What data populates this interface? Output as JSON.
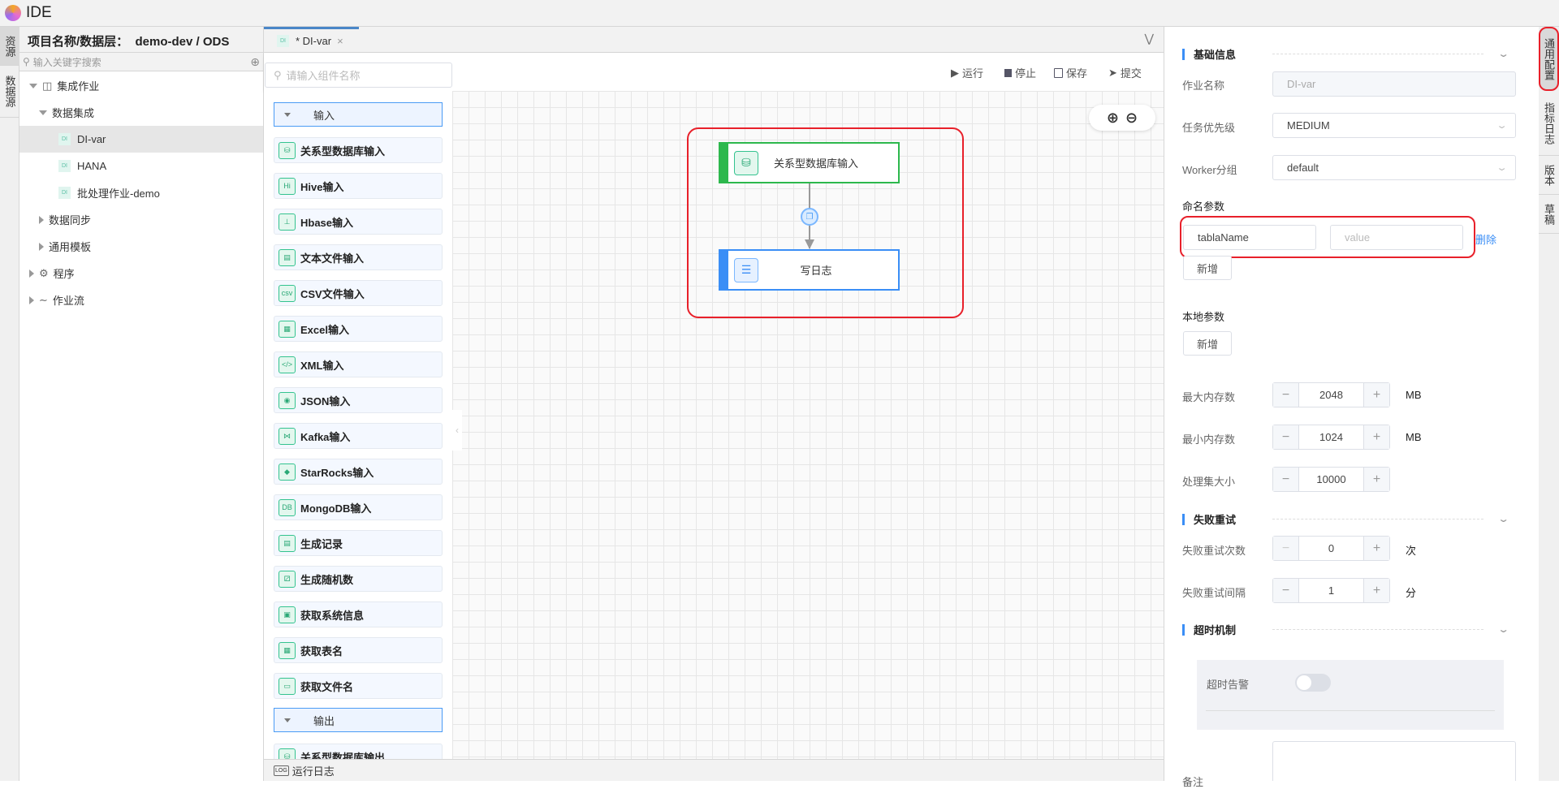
{
  "app": {
    "title": "IDE"
  },
  "left_tabs": [
    "资源",
    "数据源"
  ],
  "tree": {
    "header": "项目名称/数据层：  demo-dev / ODS",
    "search_placeholder": "输入关键字搜索",
    "items": [
      {
        "label": "集成作业",
        "level": 0,
        "expanded": true,
        "icon": "flow-nodes-icon"
      },
      {
        "label": "数据集成",
        "level": 1,
        "expanded": true
      },
      {
        "label": "DI-var",
        "level": 2,
        "badge": "DI",
        "selected": true
      },
      {
        "label": "HANA",
        "level": 2,
        "badge": "DI"
      },
      {
        "label": "批处理作业-demo",
        "level": 2,
        "badge": "DI"
      },
      {
        "label": "数据同步",
        "level": 1,
        "expanded": false
      },
      {
        "label": "通用模板",
        "level": 1,
        "expanded": false
      },
      {
        "label": "程序",
        "level": 0,
        "expanded": false,
        "icon": "gear-icon"
      },
      {
        "label": "作业流",
        "level": 0,
        "expanded": false,
        "icon": "workflow-icon"
      }
    ]
  },
  "editor": {
    "tab": {
      "badge": "DI",
      "label": "* DI-var"
    },
    "toolbar": {
      "run": "运行",
      "stop": "停止",
      "save": "保存",
      "submit": "提交"
    },
    "palette": {
      "search_placeholder": "请输入组件名称",
      "input_group": "输入",
      "input_items": [
        {
          "label": "关系型数据库输入",
          "icon": "db-import-icon"
        },
        {
          "label": "Hive输入",
          "icon": "Hi"
        },
        {
          "label": "Hbase输入",
          "icon": "hbase-icon"
        },
        {
          "label": "文本文件输入",
          "icon": "text-file-icon"
        },
        {
          "label": "CSV文件输入",
          "icon": "csv-file-icon"
        },
        {
          "label": "Excel输入",
          "icon": "table-icon"
        },
        {
          "label": "XML输入",
          "icon": "xml-file-icon"
        },
        {
          "label": "JSON输入",
          "icon": "json-icon"
        },
        {
          "label": "Kafka输入",
          "icon": "kafka-icon"
        },
        {
          "label": "StarRocks输入",
          "icon": "starrocks-icon"
        },
        {
          "label": "MongoDB输入",
          "icon": "mongodb-icon"
        },
        {
          "label": "生成记录",
          "icon": "records-icon"
        },
        {
          "label": "生成随机数",
          "icon": "dice-icon"
        },
        {
          "label": "获取系统信息",
          "icon": "monitor-icon"
        },
        {
          "label": "获取表名",
          "icon": "table-name-icon"
        },
        {
          "label": "获取文件名",
          "icon": "folder-icon"
        }
      ],
      "output_group": "输出",
      "output_items": [
        {
          "label": "关系型数据库输出",
          "icon": "db-export-icon"
        }
      ]
    },
    "canvas": {
      "nodes": [
        {
          "label": "关系型数据库输入",
          "color": "#2db84d"
        },
        {
          "label": "写日志",
          "color": "#3a8ef6"
        }
      ]
    },
    "bottom": {
      "run_log": "运行日志"
    }
  },
  "config": {
    "basic": {
      "title": "基础信息",
      "job_name_label": "作业名称",
      "job_name": "DI-var",
      "priority_label": "任务优先级",
      "priority": "MEDIUM",
      "worker_label": "Worker分组",
      "worker": "default"
    },
    "named_params": {
      "title": "命名参数",
      "key": "tablaName",
      "value_placeholder": "value",
      "delete": "删除",
      "add": "新增"
    },
    "local_params": {
      "title": "本地参数",
      "add": "新增"
    },
    "max_mem": {
      "label": "最大内存数",
      "value": "2048",
      "unit": "MB"
    },
    "min_mem": {
      "label": "最小内存数",
      "value": "1024",
      "unit": "MB"
    },
    "batch": {
      "label": "处理集大小",
      "value": "10000"
    },
    "retry": {
      "title": "失败重试",
      "count_label": "失败重试次数",
      "count": "0",
      "count_unit": "次",
      "interval_label": "失败重试间隔",
      "interval": "1",
      "interval_unit": "分"
    },
    "timeout": {
      "title": "超时机制",
      "alert_label": "超时告警",
      "alert_on": false
    },
    "note": {
      "label": "备注"
    }
  },
  "right_tabs": [
    "通用配置",
    "指标日志",
    "版本",
    "草稿"
  ]
}
